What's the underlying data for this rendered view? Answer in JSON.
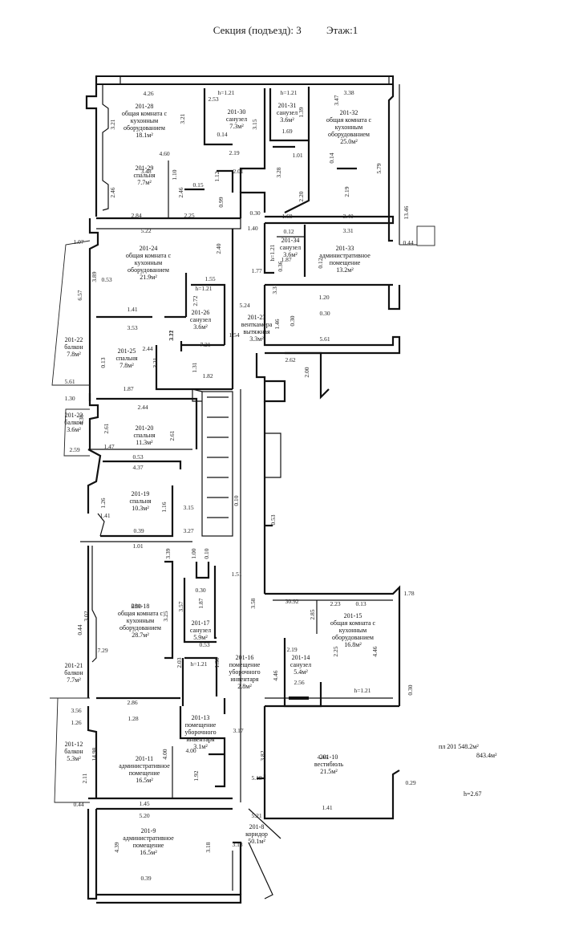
{
  "header": {
    "section": "Секция (подъезд): 3",
    "floor": "Этаж:1"
  },
  "rooms": [
    {
      "id": "201-28",
      "lines": [
        "201-28",
        "общая комната с",
        "кухонным",
        "оборудованием",
        "18.1м²"
      ]
    },
    {
      "id": "201-29",
      "lines": [
        "201-29",
        "спальня",
        "7.7м²"
      ]
    },
    {
      "id": "201-30",
      "lines": [
        "201-30",
        "санузел",
        "7.3м²"
      ]
    },
    {
      "id": "201-31",
      "lines": [
        "201-31",
        "санузел",
        "3.6м²"
      ]
    },
    {
      "id": "201-32",
      "lines": [
        "201-32",
        "общая комната с",
        "кухонным",
        "оборудованием",
        "25.0м²"
      ]
    },
    {
      "id": "201-24",
      "lines": [
        "201-24",
        "общая комната с",
        "кухонным",
        "оборудованием",
        "21.9м²"
      ]
    },
    {
      "id": "201-34",
      "lines": [
        "201-34",
        "санузел",
        "3.6м²"
      ]
    },
    {
      "id": "201-33",
      "lines": [
        "201-33",
        "административное",
        "помещение",
        "13.2м²"
      ]
    },
    {
      "id": "201-26",
      "lines": [
        "201-26",
        "санузел",
        "3.6м²"
      ]
    },
    {
      "id": "201-25",
      "lines": [
        "201-25",
        "спальня",
        "7.8м²"
      ]
    },
    {
      "id": "201-22a",
      "lines": [
        "201-22",
        "балкон",
        "7.8м²"
      ]
    },
    {
      "id": "201-23",
      "lines": [
        "201-23",
        "венткамера",
        "вытяжная",
        "3.3м²"
      ]
    },
    {
      "id": "201-22b",
      "lines": [
        "201-22",
        "балкон",
        "3.6м²"
      ]
    },
    {
      "id": "201-20",
      "lines": [
        "201-20",
        "спальня",
        "11.3м²"
      ]
    },
    {
      "id": "201-19",
      "lines": [
        "201-19",
        "спальня",
        "10.3м²"
      ]
    },
    {
      "id": "201-18",
      "lines": [
        "201-18",
        "общая комната с",
        "кухонным",
        "оборудованием",
        "28.7м²"
      ]
    },
    {
      "id": "201-17",
      "lines": [
        "201-17",
        "санузел",
        "5.9м²"
      ]
    },
    {
      "id": "201-16",
      "lines": [
        "201-16",
        "помещение",
        "уборочного",
        "инвентаря",
        "2.8м²"
      ]
    },
    {
      "id": "201-15",
      "lines": [
        "201-15",
        "общая комната с",
        "кухонным",
        "оборудованием",
        "16.8м²"
      ]
    },
    {
      "id": "201-14",
      "lines": [
        "201-14",
        "санузел",
        "5.4м²"
      ]
    },
    {
      "id": "201-21",
      "lines": [
        "201-21",
        "балкон",
        "7.7м²"
      ]
    },
    {
      "id": "201-13",
      "lines": [
        "201-13",
        "помещение",
        "уборочного",
        "инвентаря",
        "3.1м²"
      ]
    },
    {
      "id": "201-12",
      "lines": [
        "201-12",
        "балкон",
        "5.3м²"
      ]
    },
    {
      "id": "201-11",
      "lines": [
        "201-11",
        "административное",
        "помещение",
        "16.5м²"
      ]
    },
    {
      "id": "201-10",
      "lines": [
        "201-10",
        "вестибюль",
        "21.5м²"
      ]
    },
    {
      "id": "201-9",
      "lines": [
        "201-9",
        "административное",
        "помещение",
        "16.5м²"
      ]
    },
    {
      "id": "201-8",
      "lines": [
        "201-8",
        "коридор",
        "50.1м²"
      ]
    }
  ],
  "dims": [
    "4.26",
    "3.21",
    "3.21",
    "4.60",
    "3.48",
    "2.46",
    "2.46",
    "1.10",
    "0.15",
    "2.84",
    "2.25",
    "0.99",
    "h=1.21",
    "2.53",
    "0.14",
    "2.19",
    "3.15",
    "1.12",
    "2.01",
    "h=1.21",
    "1.39",
    "1.69",
    "1.01",
    "3.28",
    "2.20",
    "0.14",
    "3.38",
    "3.47",
    "5.79",
    "2.19",
    "0.30",
    "1.68",
    "3.40",
    "1.40",
    "3.31",
    "13.46",
    "0.44",
    "5.22",
    "1.07",
    "2.40",
    "0.53",
    "3.89",
    "6.57",
    "1.55",
    "h=1.21",
    "2.72",
    "0.12",
    "h=1.21",
    "1.87",
    "1.77",
    "0.36",
    "0.12",
    "3.31",
    "1.20",
    "5.24",
    "1.41",
    "3.53",
    "2.44",
    "0.13",
    "3.21",
    "3.21",
    "2.12",
    "7.21",
    "1.54",
    "0.30",
    "1.46",
    "0.30",
    "5.61",
    "5.61",
    "1.30",
    "1.31",
    "1.82",
    "2.62",
    "2.00",
    "1.87",
    "2.44",
    "4.30",
    "2.61",
    "2.61",
    "2.59",
    "1.47",
    "0.53",
    "4.37",
    "1.26",
    "1.16",
    "3.15",
    "0.10",
    "1.41",
    "0.53",
    "0.39",
    "3.27",
    "1.01",
    "3.39",
    "1.00",
    "0.10",
    "1.51",
    "0.30",
    "1.87",
    "3.02",
    "6.98",
    "3.25",
    "3.57",
    "3.58",
    "30.92",
    "2.23",
    "0.13",
    "2.85",
    "1.78",
    "0.44",
    "7.29",
    "0.53",
    "h=1.21",
    "1.38",
    "2.03",
    "2.19",
    "2.25",
    "4.46",
    "4.46",
    "2.56",
    "h=1.21",
    "2.86",
    "3.56",
    "1.26",
    "1.28",
    "3.17",
    "0.30",
    "14.98",
    "4.00",
    "4.00",
    "1.92",
    "2.11",
    "3.82",
    "4.46",
    "5.18",
    "0.29",
    "0.44",
    "1.45",
    "5.20",
    "5.21",
    "1.41",
    "4.39",
    "3.18",
    "3.18",
    "0.39",
    "5.21"
  ],
  "summary": {
    "area_main": "пл 201    548.2м²",
    "area_total": "843.4м²",
    "height": "h=2.67"
  }
}
